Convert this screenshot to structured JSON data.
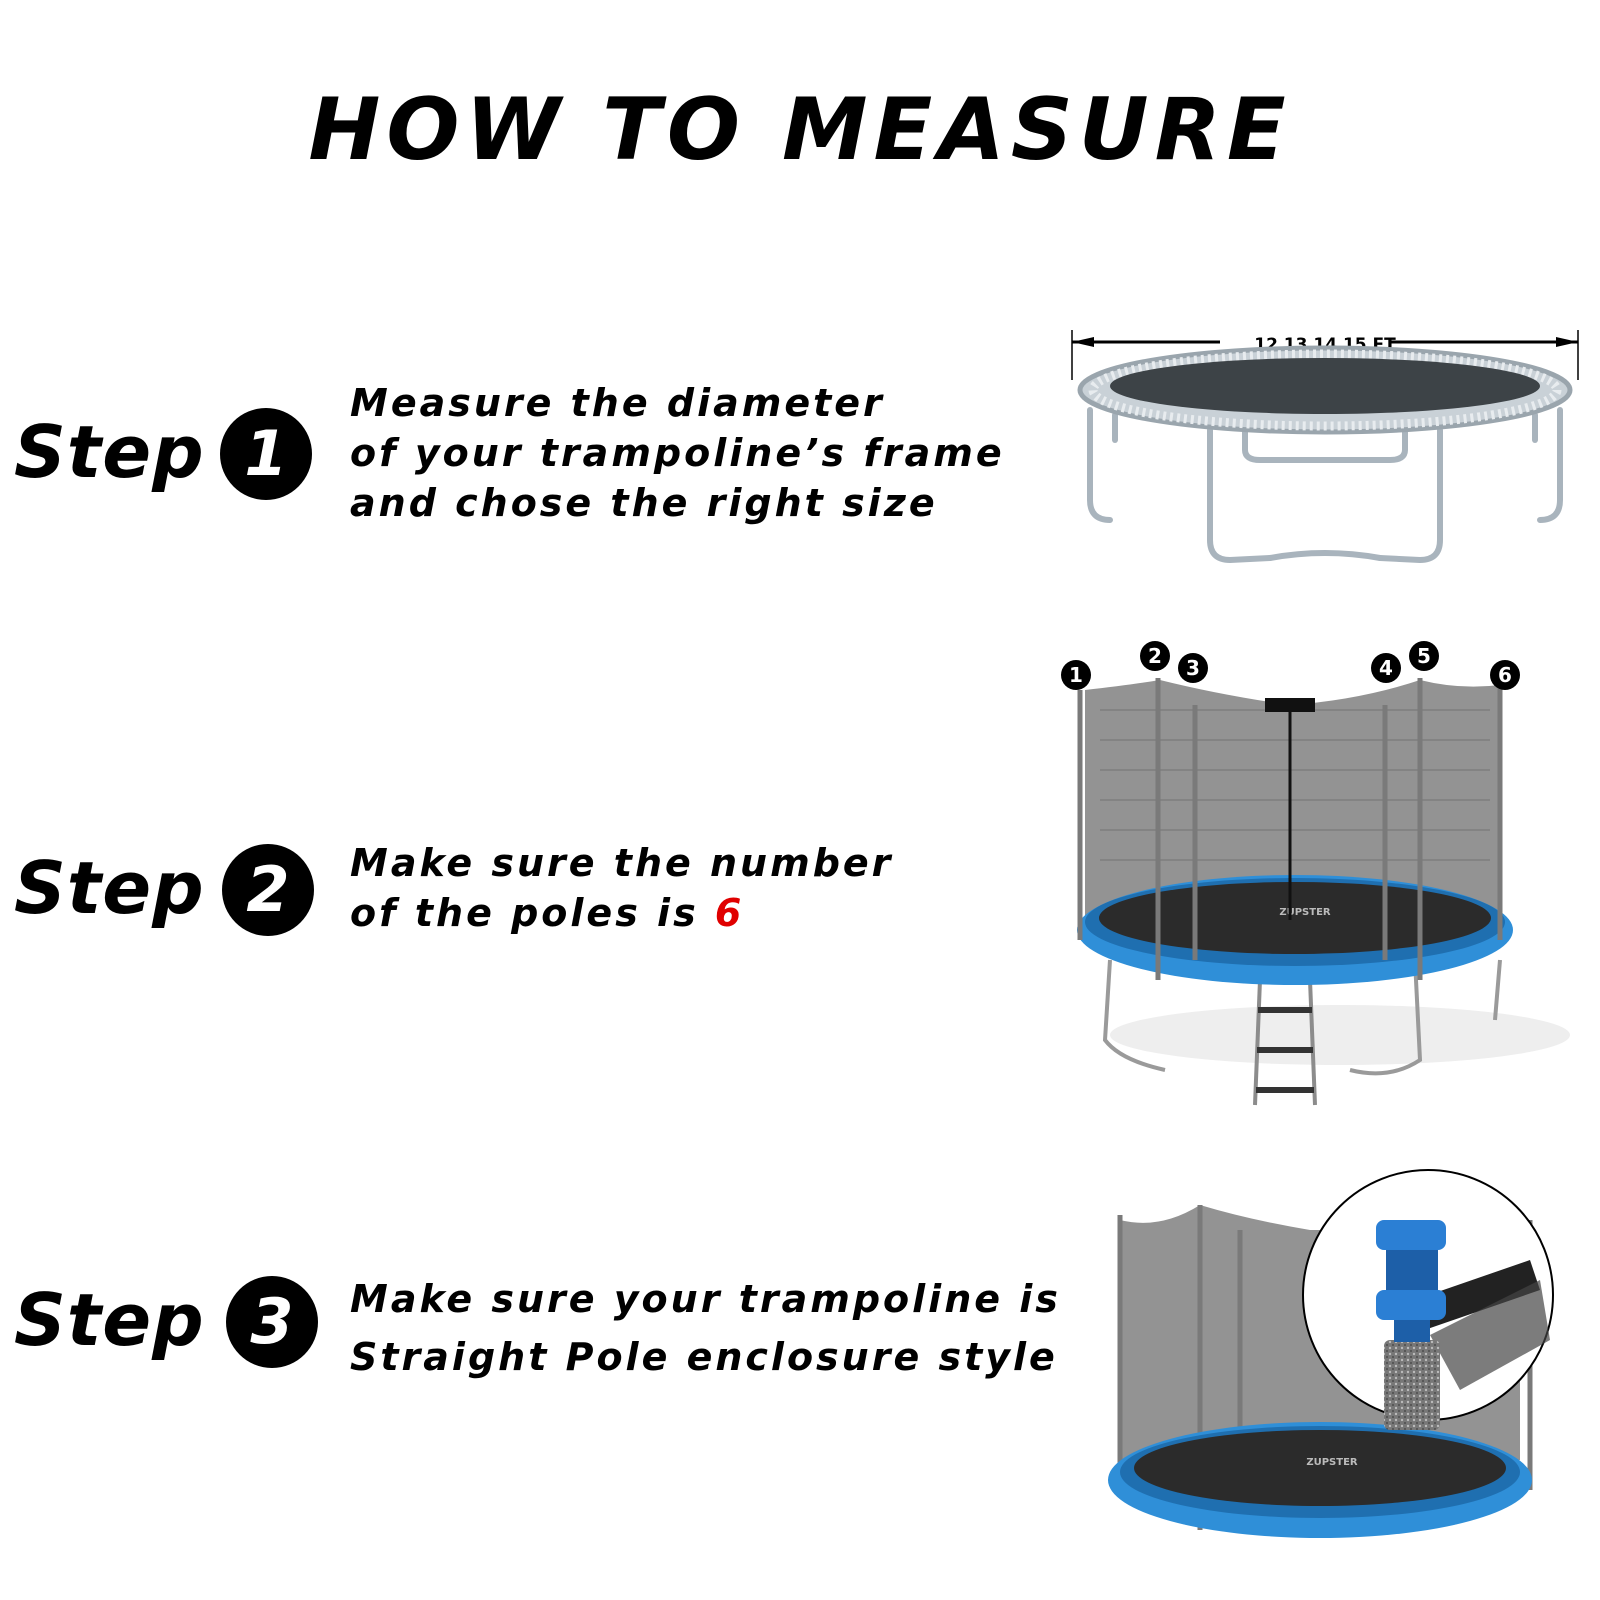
{
  "page": {
    "title": "HOW TO MEASURE"
  },
  "steps": [
    {
      "label": "Step",
      "number": "1",
      "lines": [
        "Measure the diameter",
        "of your trampoline’s frame",
        "and chose the right size"
      ]
    },
    {
      "label": "Step",
      "number": "2",
      "lines": [
        "Make sure the number",
        "of the poles is "
      ],
      "highlight": "6",
      "highlight_color": "#e00000"
    },
    {
      "label": "Step",
      "number": "3",
      "lines": [
        "Make sure your trampoline is",
        "Straight Pole enclosure style"
      ]
    }
  ],
  "frame_illustration": {
    "dimension_label": "12 13 14 15 FT"
  },
  "enclosure_illustration": {
    "pole_numbers": [
      "1",
      "2",
      "3",
      "4",
      "5",
      "6"
    ],
    "brand": "ZUPSTER",
    "pad_color": "#2f8fd8"
  }
}
